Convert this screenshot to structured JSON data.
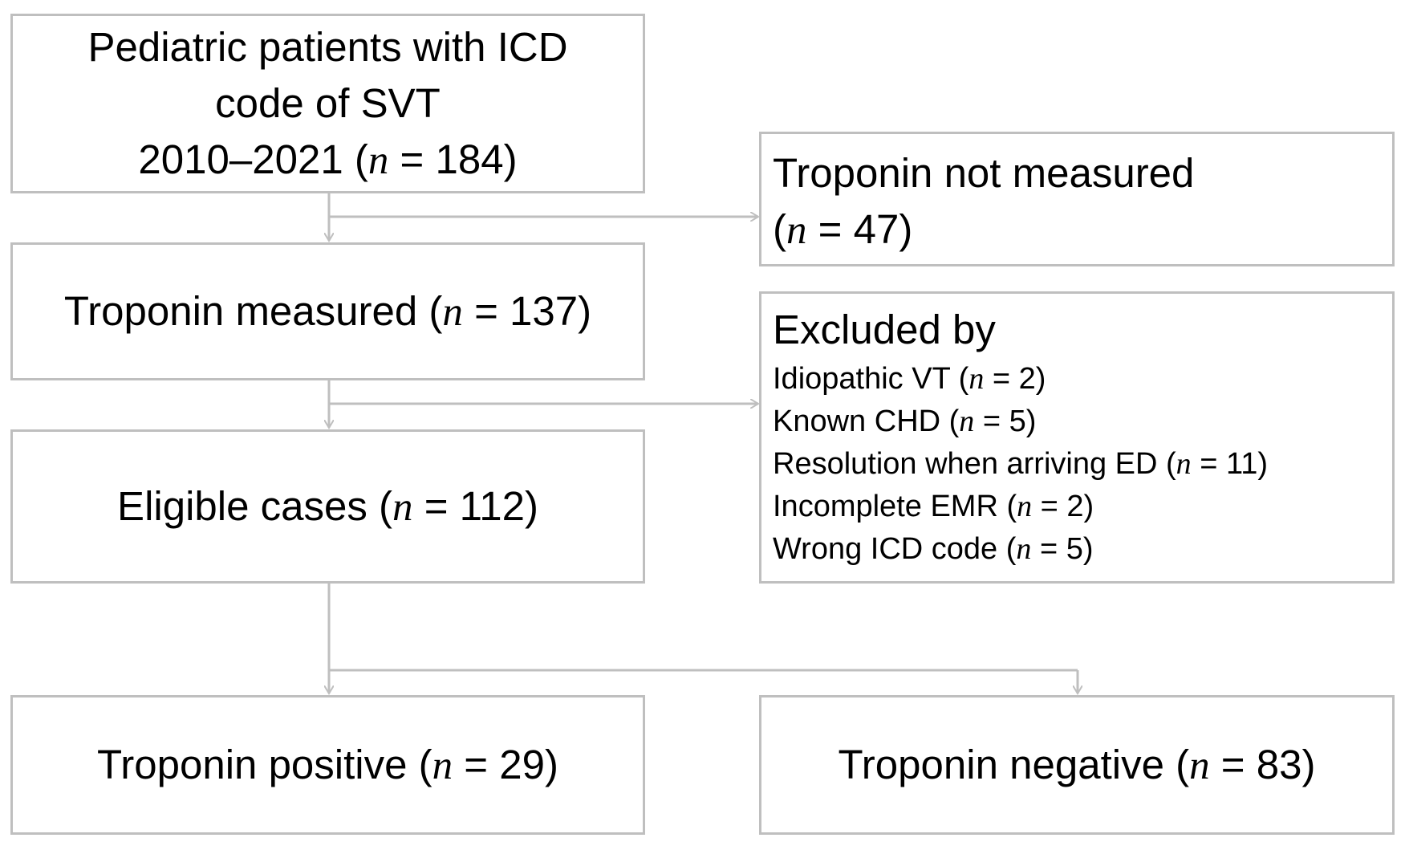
{
  "boxes": {
    "initial": {
      "line1": "Pediatric patients with ICD",
      "line2": "code of SVT",
      "line3_prefix": "2010–2021 (",
      "n_label": "n",
      "line3_suffix": " = 184)"
    },
    "not_measured": {
      "line1": "Troponin not measured",
      "line2_prefix": "(",
      "n_label": "n",
      "line2_suffix": " = 47)"
    },
    "measured": {
      "prefix": "Troponin measured (",
      "n_label": "n",
      "suffix": " = 137)"
    },
    "excluded": {
      "title": "Excluded by",
      "items": [
        {
          "prefix": "Idiopathic VT (",
          "n_label": "n",
          "suffix": " = 2)"
        },
        {
          "prefix": "Known CHD (",
          "n_label": "n",
          "suffix": " = 5)"
        },
        {
          "prefix": "Resolution when arriving ED (",
          "n_label": "n",
          "suffix": " = 11)"
        },
        {
          "prefix": "Incomplete EMR (",
          "n_label": "n",
          "suffix": " = 2)"
        },
        {
          "prefix": "Wrong ICD code (",
          "n_label": "n",
          "suffix": " = 5)"
        }
      ]
    },
    "eligible": {
      "prefix": "Eligible cases (",
      "n_label": "n",
      "suffix": " = 112)"
    },
    "positive": {
      "prefix": "Troponin positive (",
      "n_label": "n",
      "suffix": " = 29)"
    },
    "negative": {
      "prefix": "Troponin negative (",
      "n_label": "n",
      "suffix": " = 83)"
    }
  },
  "colors": {
    "border": "#bfbfbf",
    "connector": "#bfbfbf",
    "text": "#000000"
  }
}
